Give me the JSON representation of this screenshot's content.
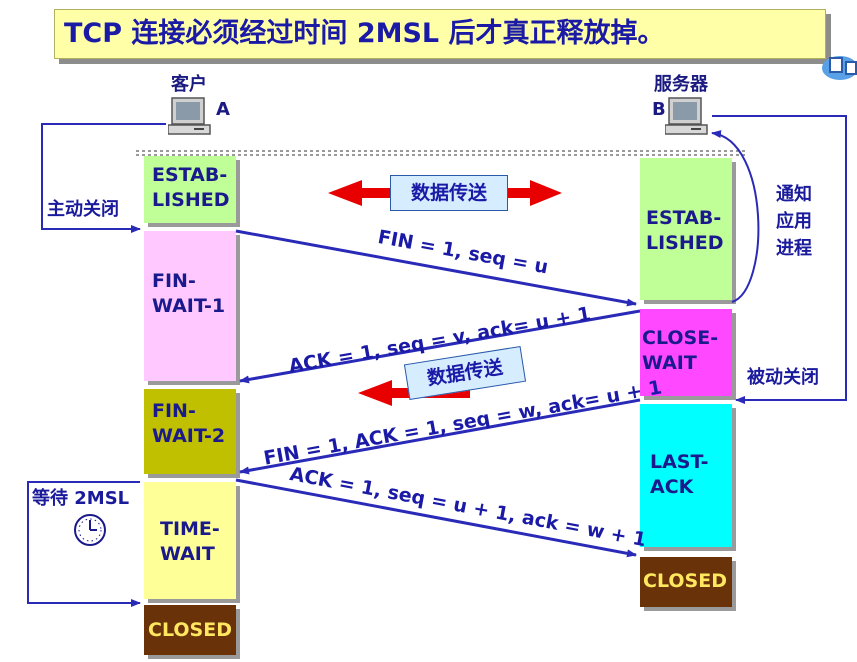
{
  "title": "TCP 连接必须经过时间 2MSL 后才真正释放掉。",
  "client": {
    "label": "客户",
    "letter": "A"
  },
  "server": {
    "label": "服务器",
    "letter": "B"
  },
  "client_states": [
    {
      "name": "ESTABLISHED",
      "text": "ESTAB-\nLISHED",
      "color": "#c0ff98"
    },
    {
      "name": "FIN-WAIT-1",
      "text": "FIN-\nWAIT-1",
      "color": "#ffc8ff"
    },
    {
      "name": "FIN-WAIT-2",
      "text": "FIN-\nWAIT-2",
      "color": "#c0c000"
    },
    {
      "name": "TIME-WAIT",
      "text": "TIME-\nWAIT",
      "color": "#ffff98"
    },
    {
      "name": "CLOSED",
      "text": "CLOSED",
      "color": "#6a3208"
    }
  ],
  "server_states": [
    {
      "name": "ESTABLISHED",
      "text": "ESTAB-\nLISHED",
      "color": "#c0ff98"
    },
    {
      "name": "CLOSE-WAIT",
      "text": "CLOSE-\nWAIT",
      "color": "#ff48ff"
    },
    {
      "name": "LAST-ACK",
      "text": "LAST-\nACK",
      "color": "#00ffff"
    },
    {
      "name": "CLOSED",
      "text": "CLOSED",
      "color": "#6a3208"
    }
  ],
  "messages": [
    {
      "text": "FIN = 1, seq = u",
      "direction": "A→B"
    },
    {
      "text": "ACK = 1, seq = v, ack= u + 1",
      "direction": "B→A"
    },
    {
      "text": "FIN = 1, ACK = 1, seq = w, ack= u + 1",
      "direction": "B→A"
    },
    {
      "text": "ACK = 1, seq = u + 1, ack = w + 1",
      "direction": "A→B"
    }
  ],
  "data_transfer_labels": [
    "数据传送",
    "数据传送"
  ],
  "side_labels": {
    "active_close": "主动关闭",
    "notify_app": "通知\n应用\n进程",
    "passive_close": "被动关闭",
    "wait_2msl": "等待 2MSL"
  },
  "colors": {
    "text": "#1a1aa6",
    "arrow": "#2a2ab8",
    "data_arrow": "#e80000",
    "title_bg": "#ffffa8"
  },
  "icons": [
    "computer-icon",
    "clock-icon"
  ]
}
